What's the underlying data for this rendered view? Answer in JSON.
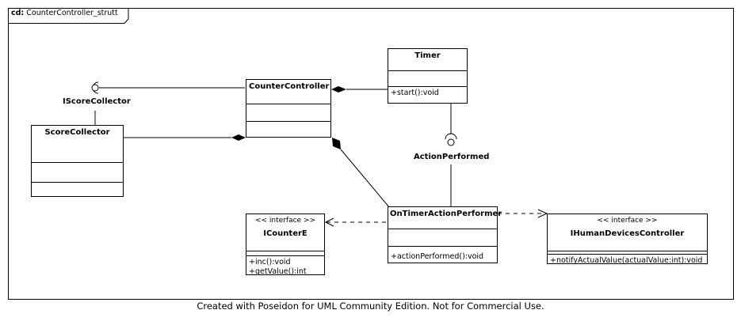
{
  "frame": {
    "kind": "cd:",
    "name": "CounterController_strutt"
  },
  "classes": {
    "timer": {
      "name": "Timer",
      "ops": [
        "+start():void"
      ]
    },
    "counter_controller": {
      "name": "CounterController"
    },
    "score_collector": {
      "name": "ScoreCollector"
    },
    "on_timer": {
      "name": "OnTimerActionPerformer",
      "ops": [
        "+actionPerformed():void"
      ]
    },
    "icounter": {
      "stereotype": "<< interface >>",
      "name": "ICounterE",
      "ops": [
        "+inc():void",
        "+getValue():int"
      ]
    },
    "ihuman": {
      "stereotype": "<< interface >>",
      "name": "IHumanDevicesController",
      "ops": [
        "+notifyActualValue(actualValue:int):void"
      ]
    }
  },
  "interfaces": {
    "iscore": "IScoreCollector",
    "action": "ActionPerformed"
  },
  "footer": "Created with Poseidon for UML Community Edition. Not for Commercial Use."
}
